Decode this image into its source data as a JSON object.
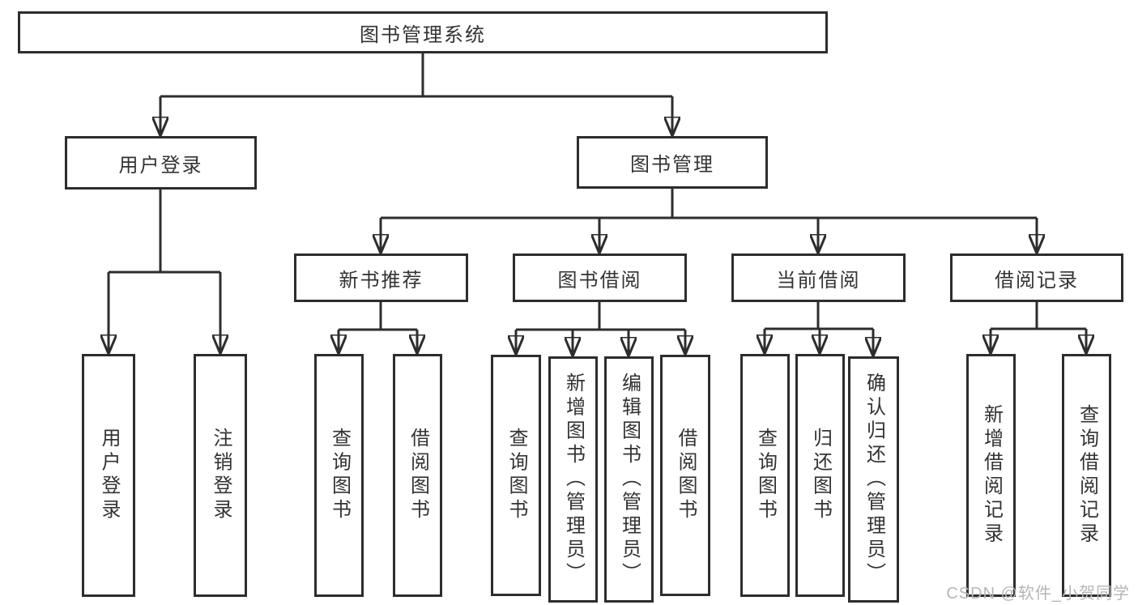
{
  "diagram": {
    "root": {
      "label": "图书管理系统"
    },
    "level2": [
      {
        "label": "用户登录"
      },
      {
        "label": "图书管理"
      }
    ],
    "level3": [
      {
        "label": "新书推荐"
      },
      {
        "label": "图书借阅"
      },
      {
        "label": "当前借阅"
      },
      {
        "label": "借阅记录"
      }
    ],
    "leaves": [
      {
        "label": "用户登录"
      },
      {
        "label": "注销登录"
      },
      {
        "label": "查询图书"
      },
      {
        "label": "借阅图书"
      },
      {
        "label": "查询图书"
      },
      {
        "label": "新增图书（管理员）"
      },
      {
        "label": "编辑图书（管理员）"
      },
      {
        "label": "借阅图书"
      },
      {
        "label": "查询图书"
      },
      {
        "label": "归还图书"
      },
      {
        "label": "确认归还（管理员）"
      },
      {
        "label": "新增借阅记录"
      },
      {
        "label": "查询借阅记录"
      }
    ]
  },
  "watermark": {
    "text": "CSDN @软件_小贺同学"
  },
  "colors": {
    "line": "#2d2d2d",
    "text": "#333333",
    "watermark": "#b6b6b6",
    "background": "#ffffff"
  }
}
